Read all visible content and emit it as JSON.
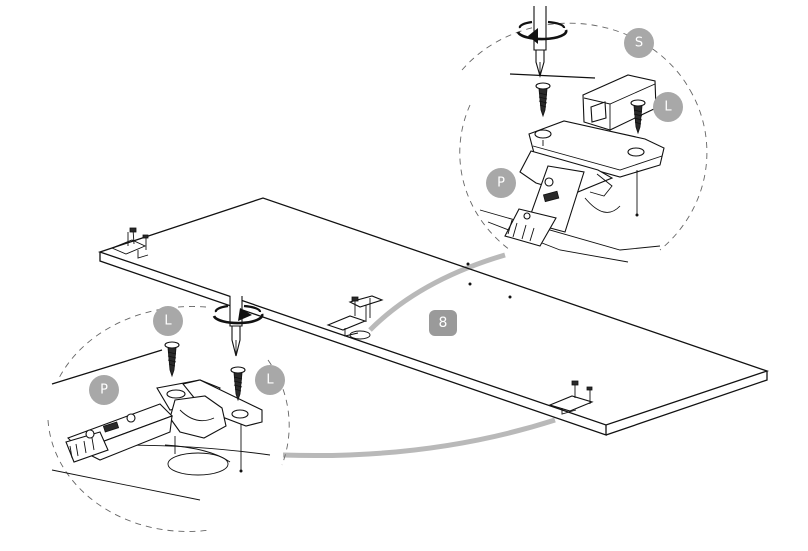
{
  "step": {
    "number": "8"
  },
  "labels": {
    "top_s": "S",
    "top_l": "L",
    "top_p": "P",
    "left_l1": "L",
    "left_l2": "L",
    "left_p": "P"
  },
  "colors": {
    "badge": "#a8a8a8",
    "step_badge": "#9a9a9a",
    "connector": "#b9b9b9",
    "line": "#111111"
  },
  "icons": [
    "screwdriver-icon",
    "rotation-arrow-icon",
    "screw-icon",
    "hinge-icon"
  ]
}
